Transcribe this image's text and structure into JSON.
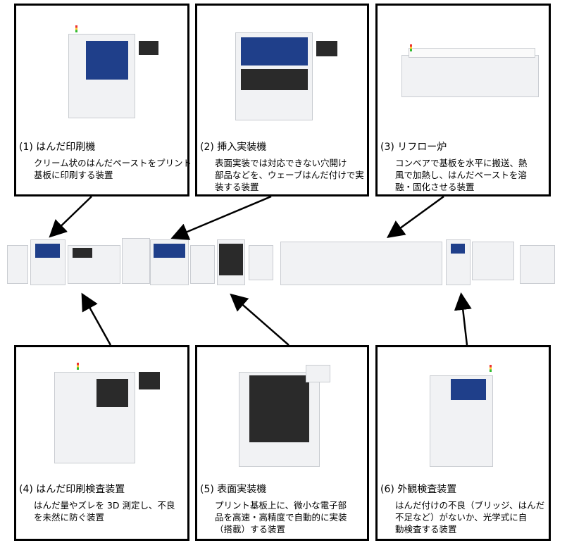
{
  "boxes": [
    {
      "num": "(1)",
      "title": "はんだ印刷機",
      "lines": [
        "クリーム状のはんだペーストをプリント",
        "基板に印刷する装置"
      ],
      "icon": "solder-printer-image"
    },
    {
      "num": "(2)",
      "title": "挿入実装機",
      "lines": [
        "表面実装では対応できない穴開け",
        "部品などを、ウェーブはんだ付けで実",
        "装する装置"
      ],
      "icon": "insertion-mounter-image"
    },
    {
      "num": "(3)",
      "title": "リフロー炉",
      "lines": [
        "コンベアで基板を水平に搬送、熱",
        "風で加熱し、はんだペーストを溶",
        "融・固化させる装置"
      ],
      "icon": "reflow-oven-image"
    },
    {
      "num": "(4)",
      "title": "はんだ印刷検査装置",
      "lines": [
        "はんだ量やズレを 3D 測定し、不良",
        "を未然に防ぐ装置"
      ],
      "icon": "spi-inspector-image"
    },
    {
      "num": "(5)",
      "title": "表面実装機",
      "lines": [
        "プリント基板上に、微小な電子部",
        "品を高速・高精度で自動的に実装",
        "（搭載）する装置"
      ],
      "icon": "smt-mounter-image"
    },
    {
      "num": "(6)",
      "title": "外観検査装置",
      "lines": [
        "はんだ付けの不良（ブリッジ、はんだ",
        "不足など）がないか、光学式に自",
        "動検査する装置"
      ],
      "icon": "aoi-inspector-image"
    }
  ],
  "colors": {
    "border": "#000000",
    "screen": "#1f3f8a",
    "machine": "#f1f2f4"
  }
}
